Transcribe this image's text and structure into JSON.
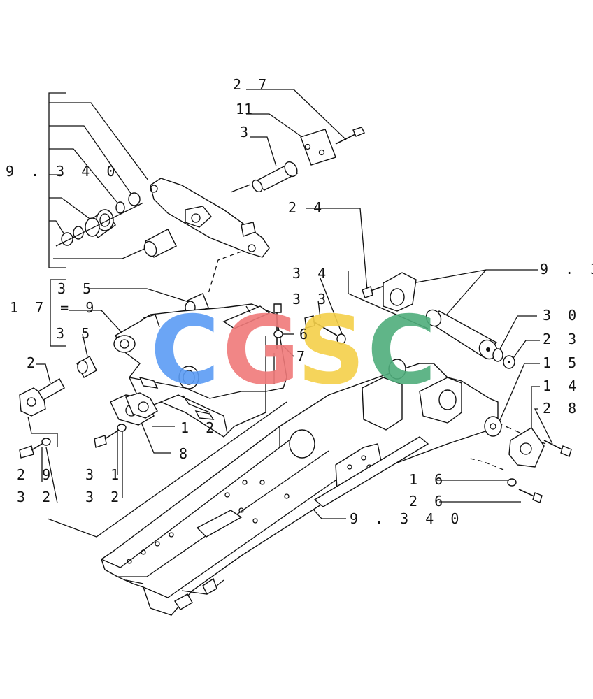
{
  "labels": {
    "l27": "2 7",
    "l11": "11",
    "l3": "3",
    "l9340a": "9 . 3 4 0",
    "l24": "2 4",
    "l93": "9 . 3",
    "l34": "3 4",
    "l33": "3 3",
    "l35a": "3 5",
    "l179": "1 7 = 9",
    "l35b": "3 5",
    "l6": "6",
    "l7": "7",
    "l30": "3 0",
    "l23": "2 3",
    "l15": "1 5",
    "l2": "2",
    "l14": "1 4",
    "l28": "2 8",
    "l12": "1 2",
    "l8": "8",
    "l29": "2 9",
    "l31": "3 1",
    "l32a": "3 2",
    "l32b": "3 2",
    "l16": "1 6",
    "l26": "2 6",
    "l9340b": "9 . 3 4 0"
  },
  "watermark": {
    "letters": [
      "C",
      "G",
      "S",
      "C"
    ],
    "colors": [
      "#5b9cf5",
      "#f07a7a",
      "#f5d04a",
      "#4fae7c"
    ]
  }
}
